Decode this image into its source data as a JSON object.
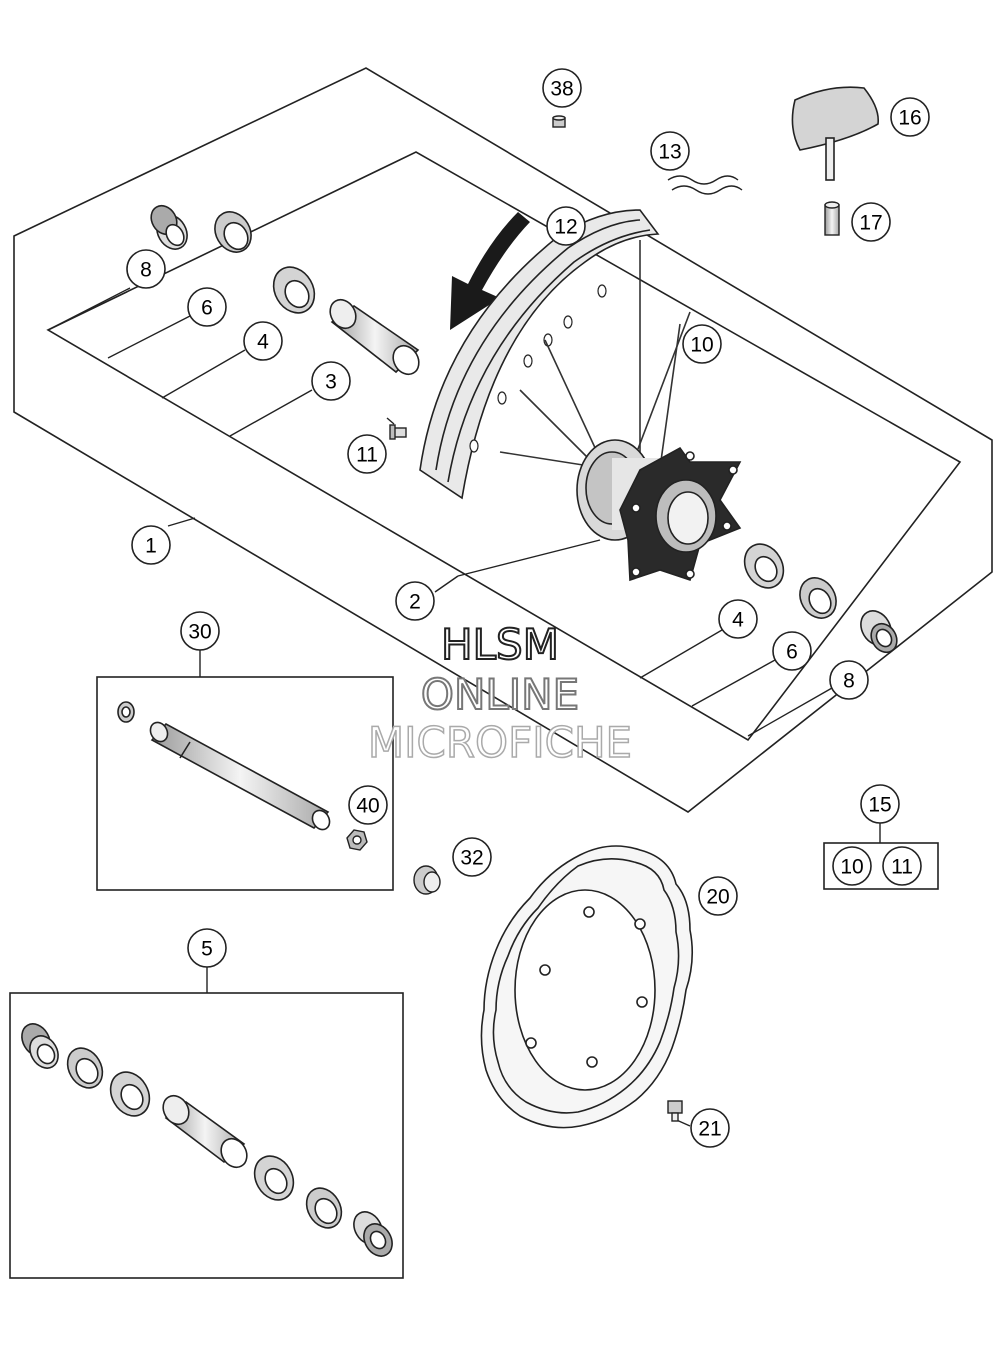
{
  "callouts": {
    "c1": "1",
    "c2": "2",
    "c3": "3",
    "c4a": "4",
    "c4b": "4",
    "c5": "5",
    "c6a": "6",
    "c6b": "6",
    "c8a": "8",
    "c8b": "8",
    "c10": "10",
    "c11": "11",
    "c12": "12",
    "c13": "13",
    "c15": "15",
    "c15_10": "10",
    "c15_11": "11",
    "c16": "16",
    "c17": "17",
    "c20": "20",
    "c21": "21",
    "c30": "30",
    "c32": "32",
    "c38": "38",
    "c40": "40"
  },
  "watermark": {
    "line1": "HLSM",
    "line2": "ONLINE",
    "line3": "MICROFICHE"
  }
}
